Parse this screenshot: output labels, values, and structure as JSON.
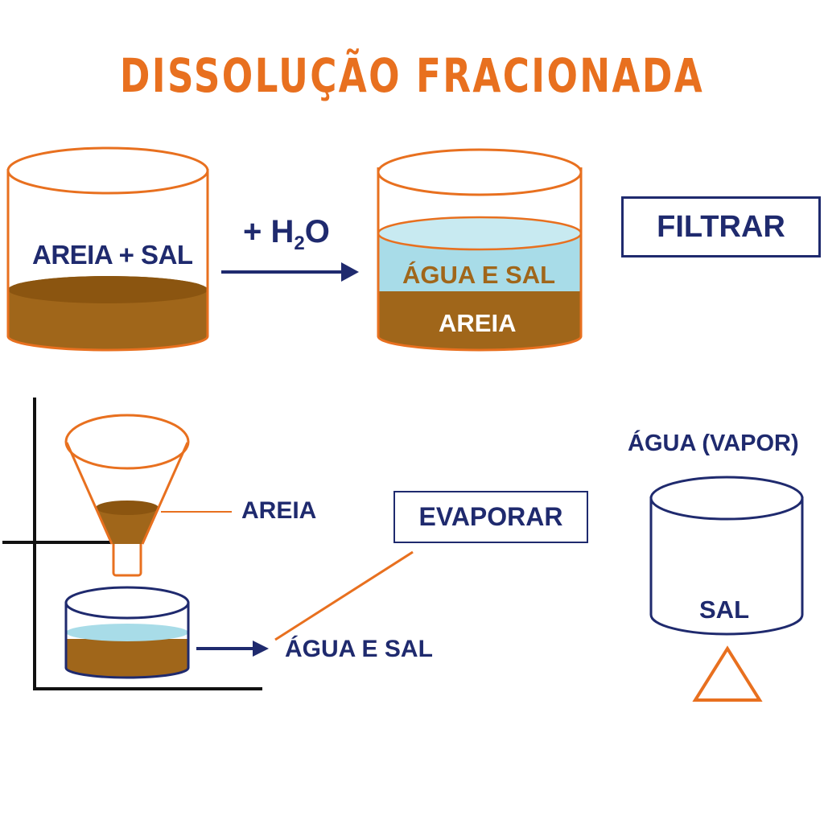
{
  "title": "DISSOLUÇÃO FRACIONADA",
  "labels": {
    "beaker1": "AREIA + SAL",
    "reagent_prefix": "+ H",
    "reagent_sub": "2",
    "reagent_suffix": "O",
    "beaker2_top_layer": "ÁGUA E SAL",
    "beaker2_bottom_layer": "AREIA",
    "step_filter": "FILTRAR",
    "funnel_residue": "AREIA",
    "filtrate": "ÁGUA E SAL",
    "step_evaporate": "EVAPORAR",
    "vapor": "ÁGUA (VAPOR)",
    "residue_salt": "SAL"
  },
  "colors": {
    "orange": "#E8701F",
    "navy": "#1F2A6E",
    "sand": "#A0661A",
    "water": "#A8DCE8",
    "black": "#111111"
  }
}
